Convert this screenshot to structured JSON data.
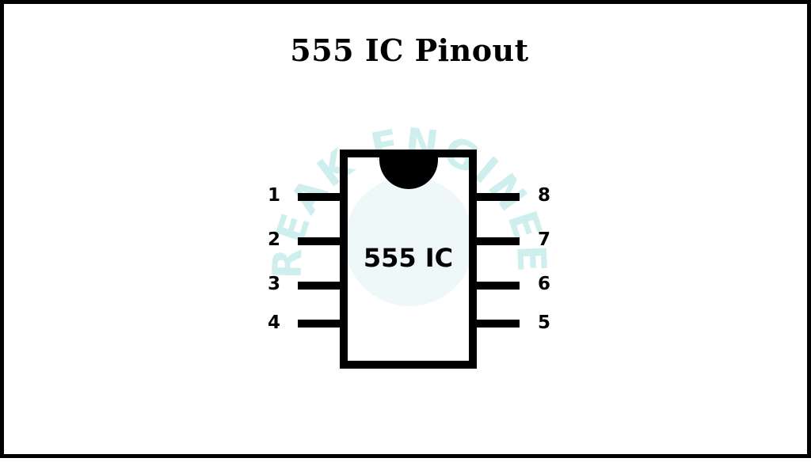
{
  "title": "555 IC Pinout",
  "chip": {
    "label": "555 IC"
  },
  "pins": {
    "left": [
      "1",
      "2",
      "3",
      "4"
    ],
    "right": [
      "8",
      "7",
      "6",
      "5"
    ]
  },
  "watermark": {
    "text": "FREAK ENGINEER",
    "color": "#cfeeee"
  },
  "colors": {
    "ink": "#000000",
    "background": "#ffffff"
  }
}
